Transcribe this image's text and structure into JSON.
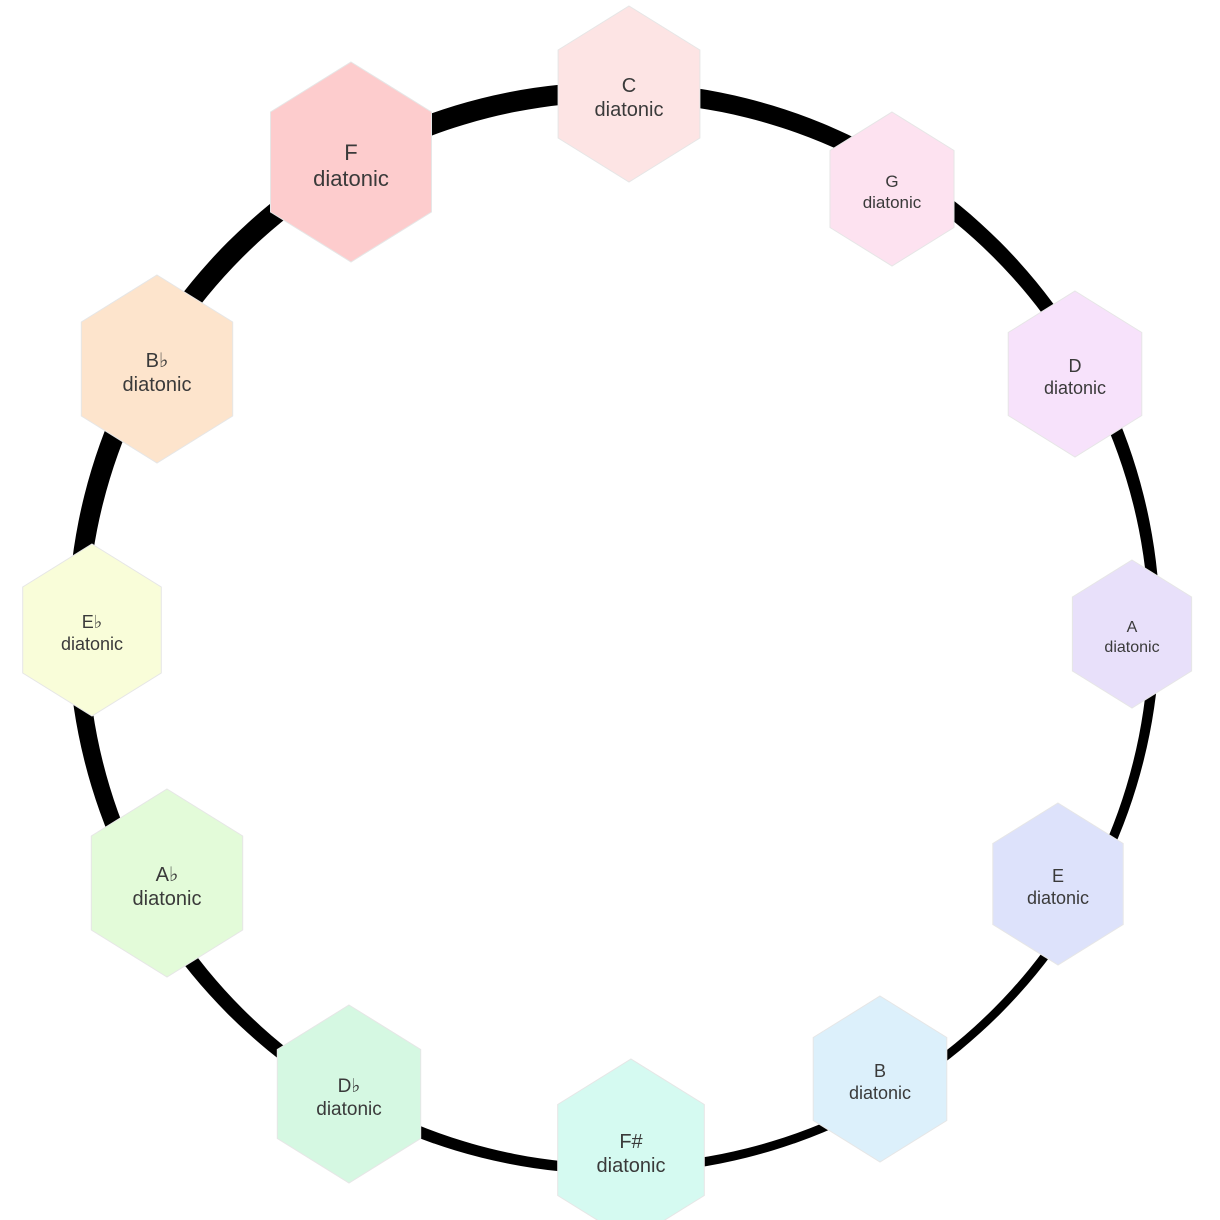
{
  "ring": {
    "stroke_color": "#000000"
  },
  "keys": [
    {
      "id": "c",
      "note": "C",
      "mode": "diatonic",
      "color": "#fde4e4"
    },
    {
      "id": "g",
      "note": "G",
      "mode": "diatonic",
      "color": "#fde2f0"
    },
    {
      "id": "d",
      "note": "D",
      "mode": "diatonic",
      "color": "#f7e2fb"
    },
    {
      "id": "a",
      "note": "A",
      "mode": "diatonic",
      "color": "#e8e0fa"
    },
    {
      "id": "e",
      "note": "E",
      "mode": "diatonic",
      "color": "#dde2fb"
    },
    {
      "id": "b",
      "note": "B",
      "mode": "diatonic",
      "color": "#dcf0fb"
    },
    {
      "id": "fs",
      "note": "F#",
      "mode": "diatonic",
      "color": "#d5faf1"
    },
    {
      "id": "db",
      "note": "D♭",
      "mode": "diatonic",
      "color": "#d5f8e2"
    },
    {
      "id": "ab",
      "note": "A♭",
      "mode": "diatonic",
      "color": "#e3fbd9"
    },
    {
      "id": "eb",
      "note": "E♭",
      "mode": "diatonic",
      "color": "#f9fdd9"
    },
    {
      "id": "bb",
      "note": "B♭",
      "mode": "diatonic",
      "color": "#fde4cc"
    },
    {
      "id": "f",
      "note": "F",
      "mode": "diatonic",
      "color": "#fdcccd"
    }
  ]
}
